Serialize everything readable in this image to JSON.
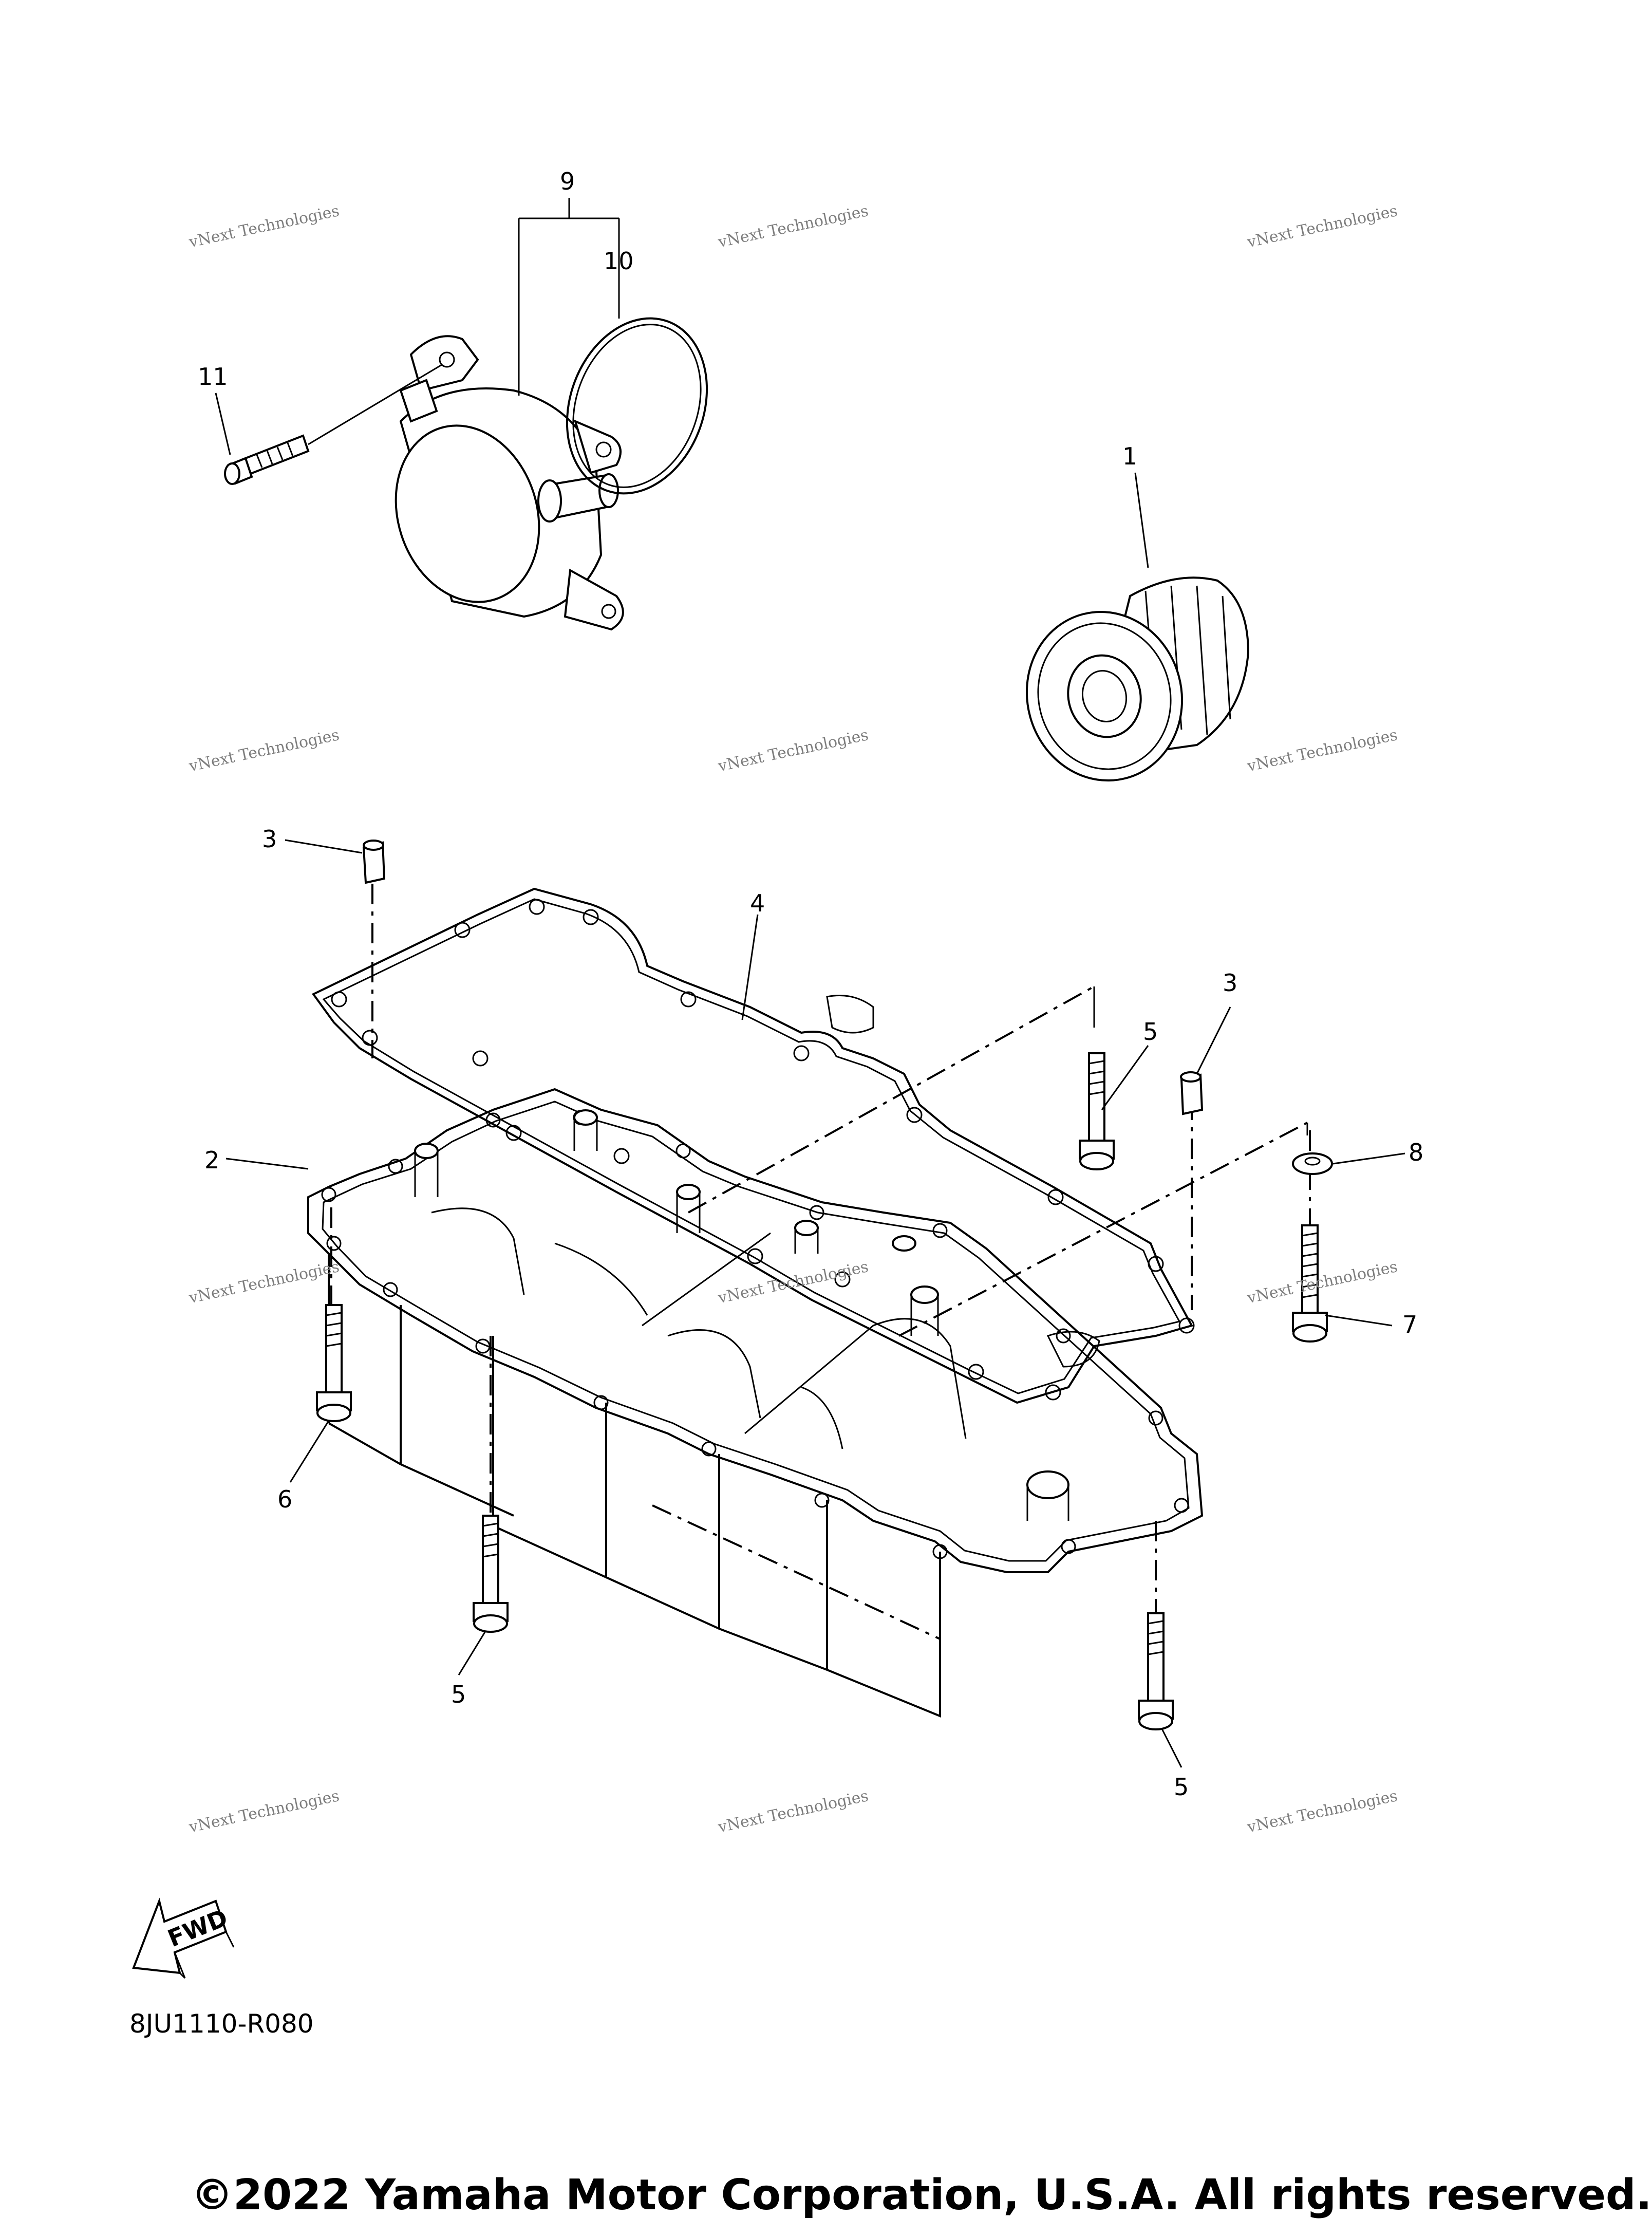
{
  "diagram": {
    "callouts": [
      {
        "id": "1",
        "text": "1"
      },
      {
        "id": "2",
        "text": "2"
      },
      {
        "id": "3a",
        "text": "3"
      },
      {
        "id": "3b",
        "text": "3"
      },
      {
        "id": "4",
        "text": "4"
      },
      {
        "id": "5a",
        "text": "5"
      },
      {
        "id": "5b",
        "text": "5"
      },
      {
        "id": "5c",
        "text": "5"
      },
      {
        "id": "6",
        "text": "6"
      },
      {
        "id": "7",
        "text": "7"
      },
      {
        "id": "8",
        "text": "8"
      },
      {
        "id": "9",
        "text": "9"
      },
      {
        "id": "10",
        "text": "10"
      },
      {
        "id": "11",
        "text": "11"
      }
    ],
    "fwd_label": "FWD",
    "diagram_code": "8JU1110-R080",
    "watermark": {
      "line1": "vNext Technologies",
      "line2": "Technologies",
      "line0": "vNext"
    }
  },
  "footer": {
    "copyright": "©2022 Yamaha Motor Corporation, U.S.A. All rights reserved."
  },
  "parts": [
    {
      "name": "oil-filter-icon"
    },
    {
      "name": "oil-cooler-icon"
    },
    {
      "name": "oil-pan-icon"
    },
    {
      "name": "gasket-icon"
    },
    {
      "name": "bolt-icon"
    },
    {
      "name": "dowel-pin-icon"
    },
    {
      "name": "washer-icon"
    },
    {
      "name": "o-ring-icon"
    },
    {
      "name": "fwd-arrow-icon"
    }
  ]
}
